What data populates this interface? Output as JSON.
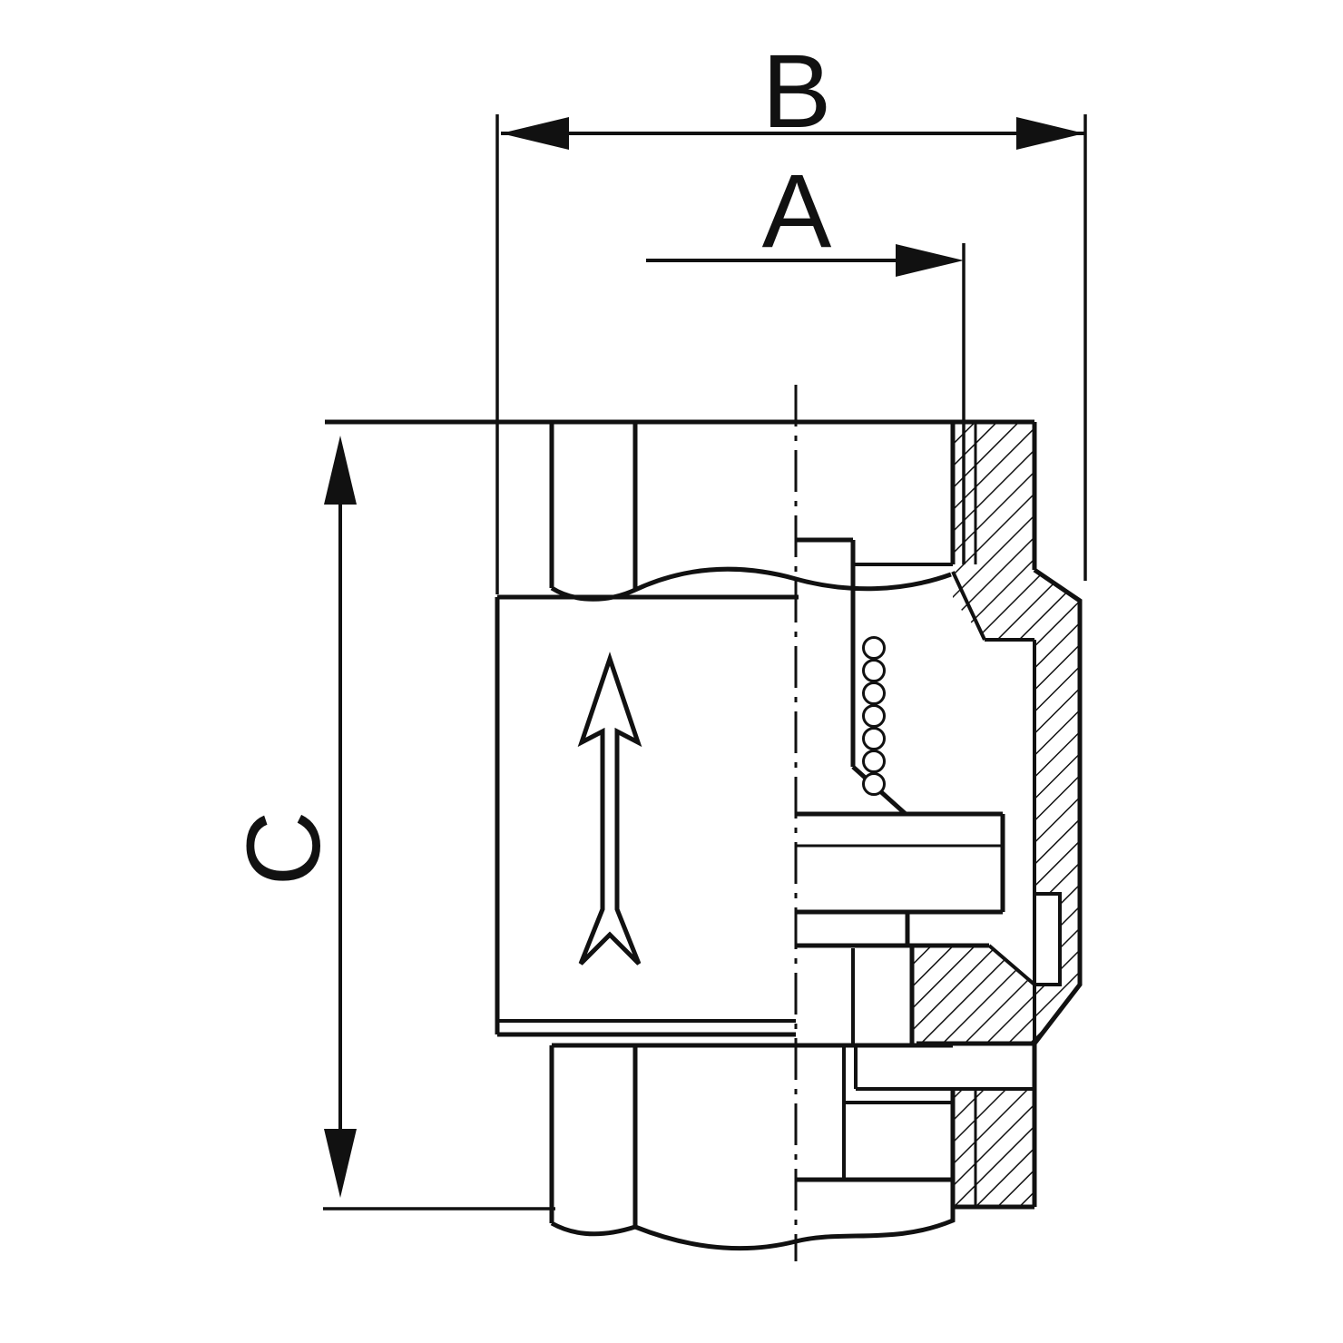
{
  "colors": {
    "line": "#111111",
    "background": "#ffffff"
  },
  "drawing": {
    "type": "technical-drawing",
    "subject": "check-valve-cross-section",
    "dimensions": {
      "b": {
        "label": "B"
      },
      "a": {
        "label": "A"
      },
      "c": {
        "label": "C"
      }
    }
  }
}
